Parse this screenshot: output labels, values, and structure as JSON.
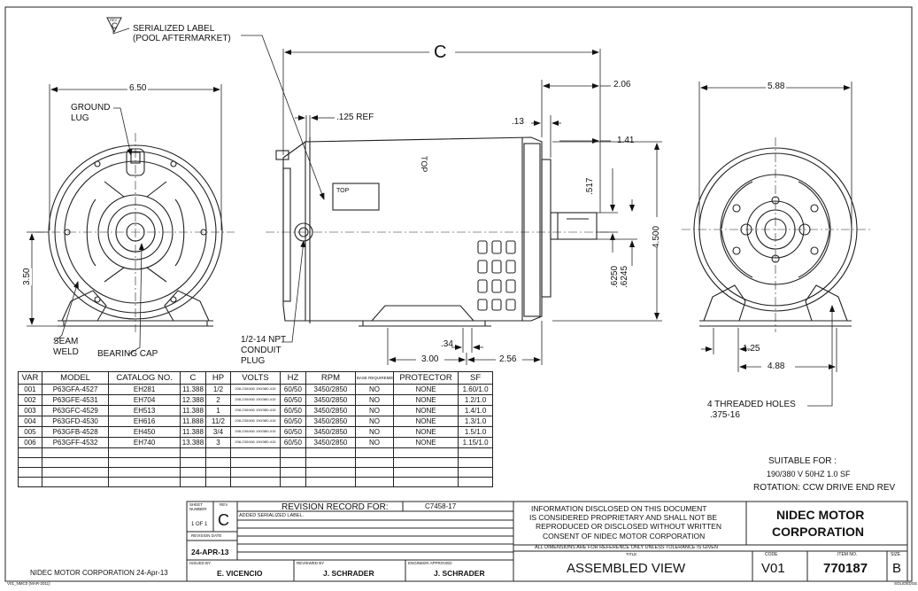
{
  "rev_symbol": "REV",
  "rev_symbol_letter": "C",
  "notes": {
    "serialized_label_1": "SERIALIZED LABEL",
    "serialized_label_2": "(POOL AFTERMARKET)",
    "ground_lug_1": "GROUND",
    "ground_lug_2": "LUG",
    "seam_weld_1": "SEAM",
    "seam_weld_2": "WELD",
    "bearing_cap": "BEARING CAP",
    "conduit_1": "1/2-14 NPT",
    "conduit_2": "CONDUIT",
    "conduit_3": "PLUG",
    "threaded_holes_1": "4 THREADED HOLES",
    "threaded_holes_2": ".375-16",
    "top_a": "TOP",
    "top_b": "TOP"
  },
  "dimensions": {
    "c": "C",
    "d_650": "6.50",
    "d_350": "3.50",
    "d_125ref": ".125  REF",
    "d_206": "2.06",
    "d_013": ".13",
    "d_141": "1.41",
    "d_517": ".517",
    "d_4500": "4.500",
    "d_6250": ".6250",
    "d_6245": ".6245",
    "d_034": ".34",
    "d_300": "3.00",
    "d_256": "2.56",
    "d_588": "5.88",
    "d_125": "1.25",
    "d_488": "4.88"
  },
  "variants_table": {
    "headers": [
      "VAR",
      "MODEL",
      "CATALOG NO.",
      "C",
      "HP",
      "VOLTS",
      "HZ",
      "RPM",
      "BASE REQUIREMENT",
      "PROTECTOR",
      "SF"
    ],
    "rows": [
      [
        "001",
        "P63GFA-4527",
        "EH281",
        "11.388",
        "1/2",
        "208-230/460 190/380-415",
        "60/50",
        "3450/2850",
        "NO",
        "NONE",
        "1.60/1.0"
      ],
      [
        "002",
        "P63GFE-4531",
        "EH704",
        "12.388",
        "2",
        "208-230/460 190/380-415",
        "60/50",
        "3450/2850",
        "NO",
        "NONE",
        "1.2/1.0"
      ],
      [
        "003",
        "P63GFC-4529",
        "EH513",
        "11.388",
        "1",
        "208-230/460 190/380-415",
        "60/50",
        "3450/2850",
        "NO",
        "NONE",
        "1.4/1.0"
      ],
      [
        "004",
        "P63GFD-4530",
        "EH616",
        "11.888",
        "11/2",
        "208-230/460 190/380-415",
        "60/50",
        "3450/2850",
        "NO",
        "NONE",
        "1.3/1.0"
      ],
      [
        "005",
        "P63GFB-4528",
        "EH450",
        "11.388",
        "3/4",
        "208-230/460 190/380-415",
        "60/50",
        "3450/2850",
        "NO",
        "NONE",
        "1.5/1.0"
      ],
      [
        "006",
        "P63GFF-4532",
        "EH740",
        "13.388",
        "3",
        "208-230/460 190/380-415",
        "60/50",
        "3450/2850",
        "NO",
        "NONE",
        "1.15/1.0"
      ]
    ]
  },
  "suitable": {
    "line1": "SUITABLE FOR :",
    "line2": "190/380 V 50HZ 1.0 SF",
    "line3": "ROTATION:  CCW DRIVE END REV"
  },
  "title_block": {
    "sheet_number_label": "SHEET NUMBER",
    "sheet_value": "1 OF 1",
    "rev_label": "REV",
    "rev_value": "C",
    "revision_record_label": "REVISION RECORD FOR:",
    "revision_record_value": "C7458-17",
    "revision_entry": "ADDED SERIALIZED LABEL.",
    "revision_date_label": "REVISION DATE",
    "revision_date": "24-APR-13",
    "issued_by_label": "ISSUED BY",
    "issued_by": "E. VICENCIO",
    "reviewed_by_label": "REVIEWED BY",
    "reviewed_by": "J. SCHRADER",
    "engineer_label": "ENGINEER APPROVED",
    "engineer": "J. SCHRADER",
    "disclaimer_1": "INFORMATION DISCLOSED ON THIS DOCUMENT",
    "disclaimer_2": "IS CONSIDERED PROPRIETARY AND SHALL NOT BE",
    "disclaimer_3": "REPRODUCED OR DISCLOSED WITHOUT WRITTEN",
    "disclaimer_4": "CONSENT OF NIDEC MOTOR CORPORATION",
    "company_1": "NIDEC MOTOR",
    "company_2": "CORPORATION",
    "dims_note": "ALL DIMENSIONS ARE FOR REFERENCE ONLY UNLESS TOLERANCE IS GIVEN",
    "title_label": "TITLE",
    "title": "ASSEMBLED VIEW",
    "code_label": "CODE",
    "code": "V01",
    "item_label": "ITEM NO.",
    "item": "770187",
    "size_label": "SIZE",
    "size": "B"
  },
  "footer": {
    "company_date": "NIDEC MOTOR CORPORATION 24-Apr-13",
    "form_code": "V01_NMC0 (MAR-2011)",
    "solid_edge": "SOLIDEDGE"
  }
}
